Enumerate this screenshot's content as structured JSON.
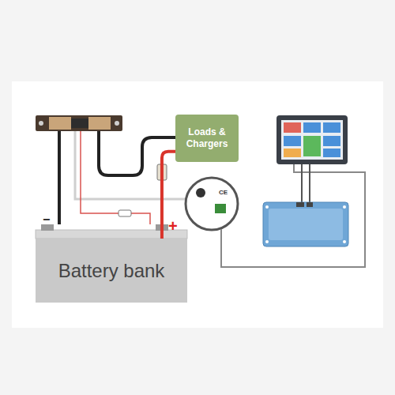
{
  "diagram": {
    "nodes": [
      {
        "text": [
          "Loads & Chargers"
        ]
      },
      {
        "text": [
          "Battery bank"
        ]
      }
    ],
    "edges": [
      {
        "from": 1,
        "to": 0,
        "arrow": "none"
      }
    ],
    "labels": [
      "+",
      "−",
      "CE"
    ]
  }
}
